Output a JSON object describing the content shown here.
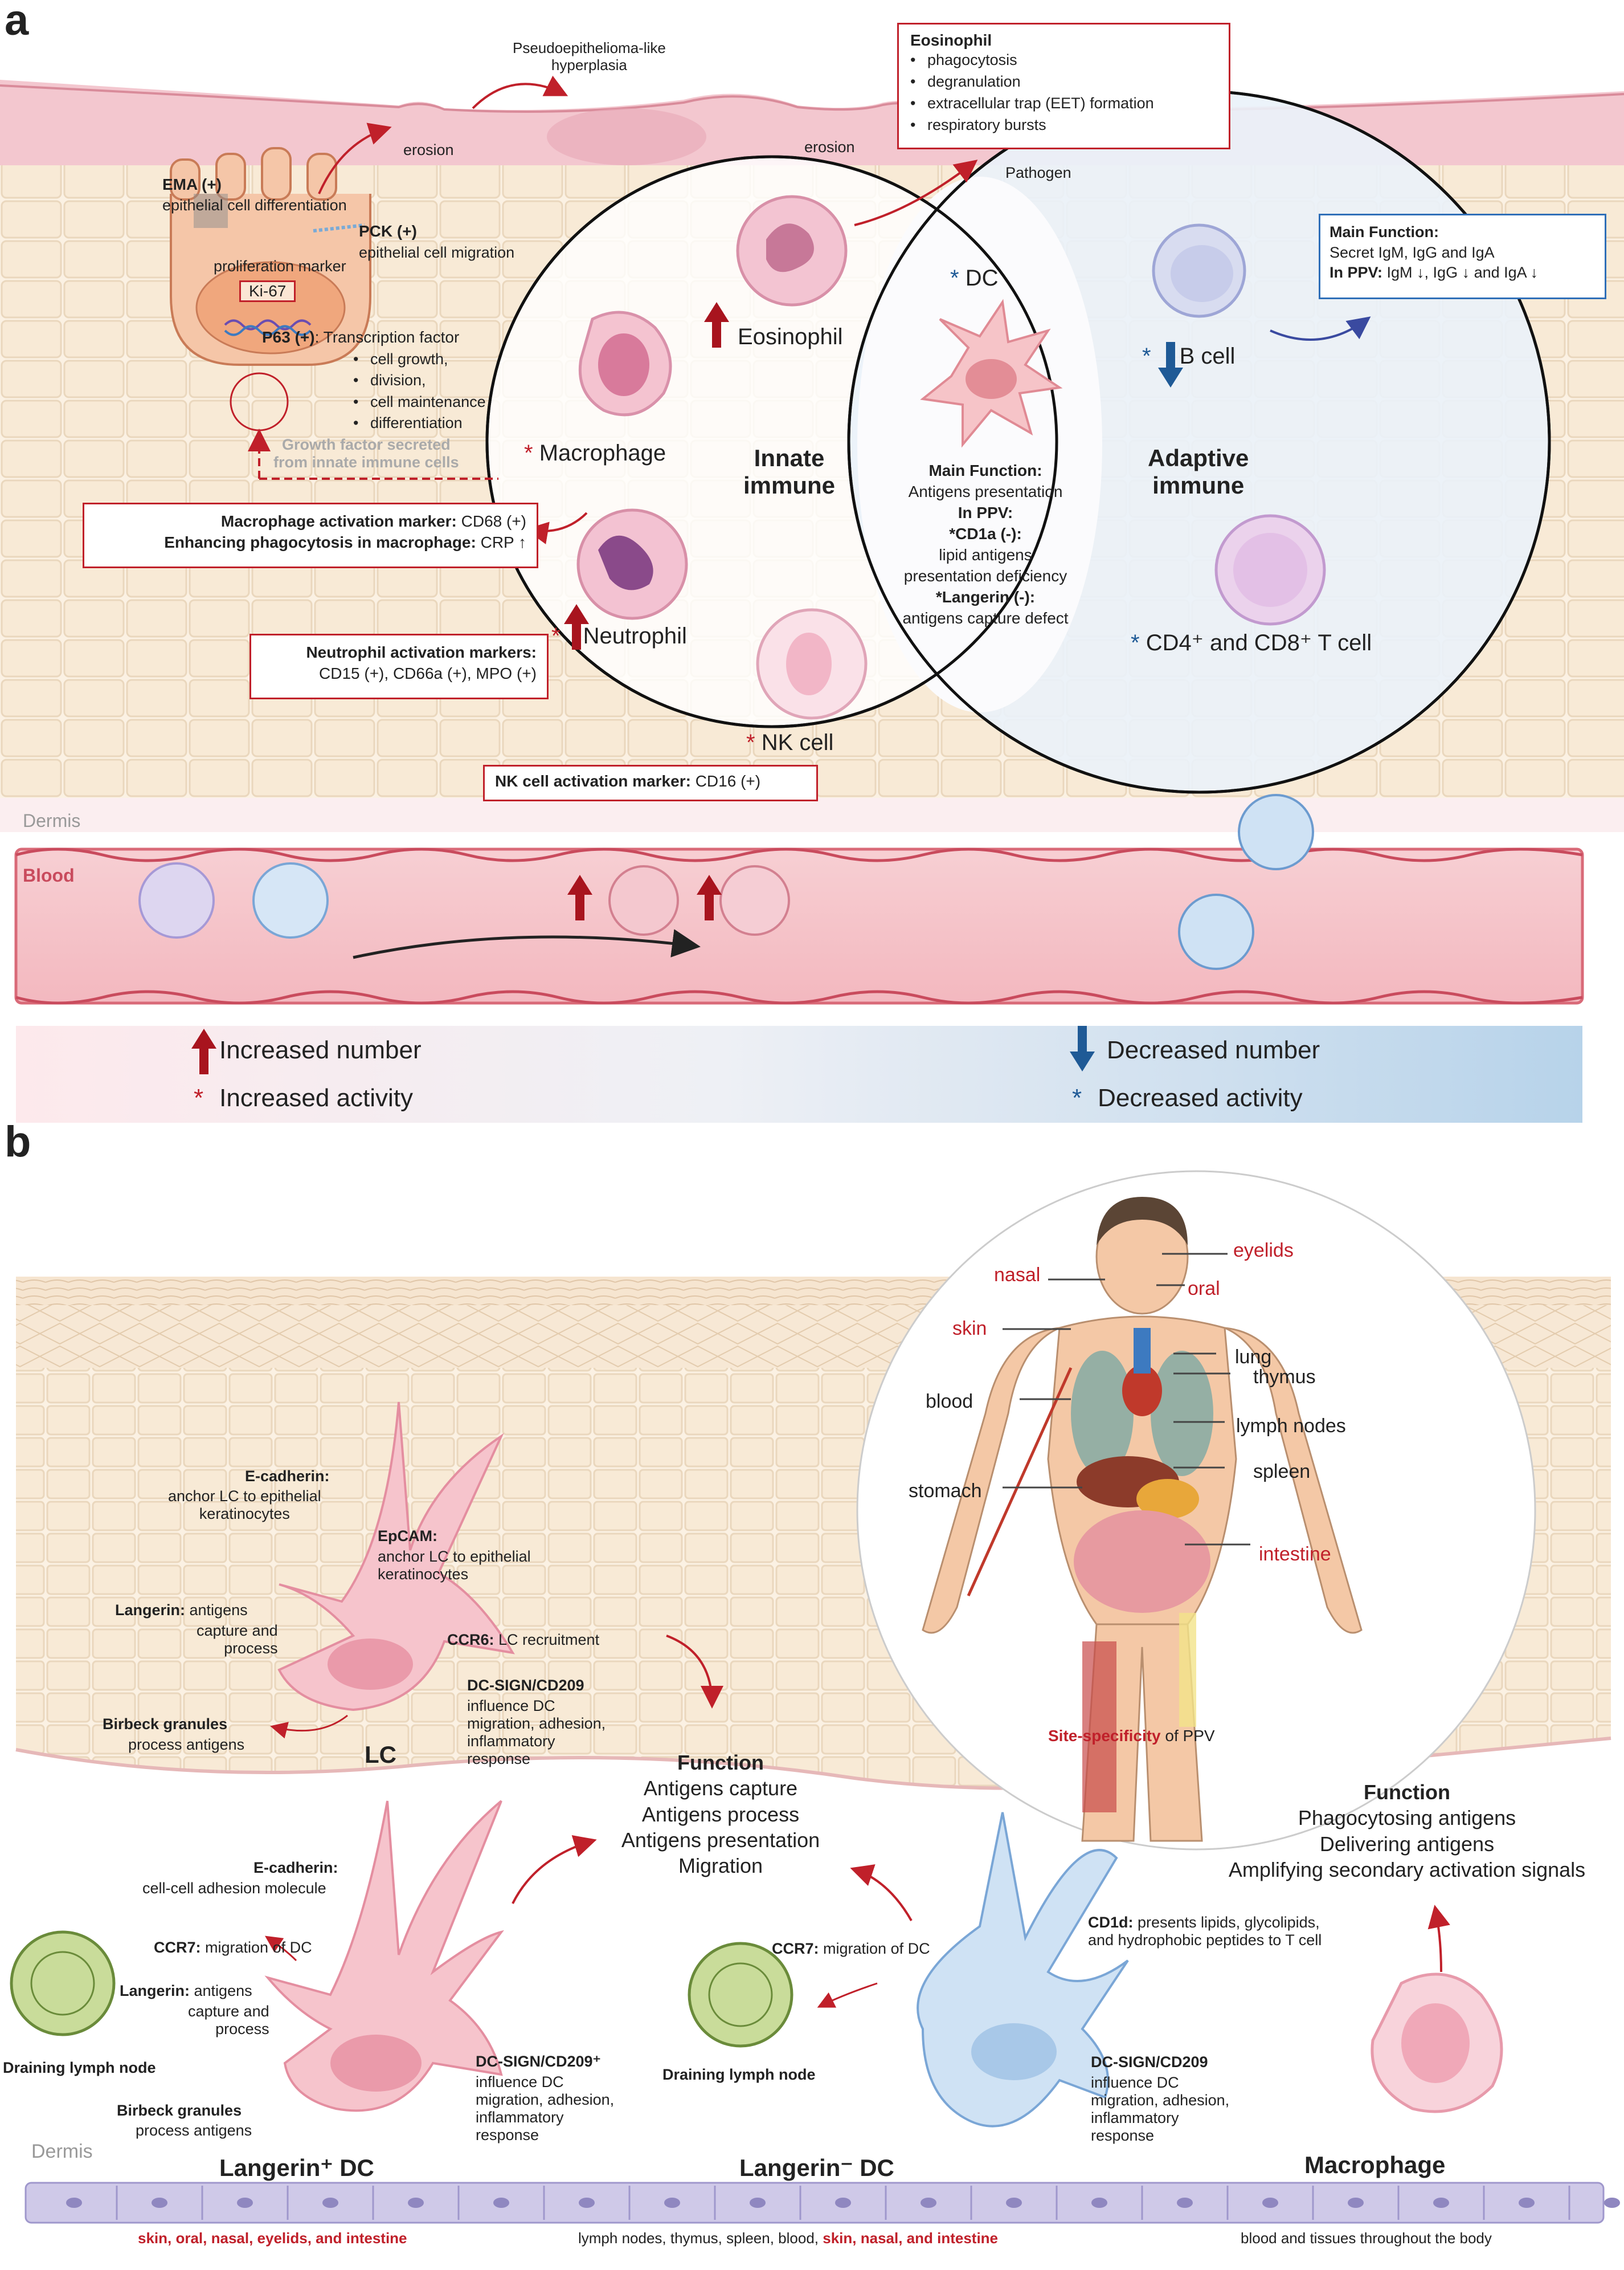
{
  "panel_a": {
    "panel_label": "a",
    "top": {
      "hyperplasia": "Pseudoepithelioma-like\nhyperplasia",
      "erosion_left": "erosion",
      "erosion_right": "erosion",
      "pathogen": "Pathogen"
    },
    "eosinophil_box": {
      "title": "Eosinophil",
      "items": [
        "phagocytosis",
        "degranulation",
        "extracellular trap (EET) formation",
        "respiratory bursts"
      ]
    },
    "epithelium": {
      "ema": "EMA (+)",
      "ema_desc": "epithelial cell differentiation",
      "pck": "PCK (+)",
      "pck_desc": "epithelial cell migration",
      "prolif": "proliferation marker",
      "ki67": "Ki-67",
      "p63": "P63 (+)",
      "p63_desc": ": Transcription factor",
      "p63_items": [
        "cell growth,",
        "division,",
        "cell maintenance",
        "differentiation"
      ],
      "growth_factor": "Growth factor secreted\nfrom innate immune cells"
    },
    "innate": {
      "title": "Innate\nimmune",
      "eosinophil": "Eosinophil",
      "macrophage": "Macrophage",
      "neutrophil": "Neutrophil",
      "nk": "NK cell"
    },
    "dc": {
      "label": "DC",
      "main_function_title": "Main Function:",
      "main_function": "Antigens presentation",
      "in_ppv": "In PPV:",
      "cd1a": "*CD1a (-):",
      "cd1a_desc": "lipid antigens\npresentation deficiency",
      "langerin": "*Langerin (-):",
      "langerin_desc": "antigens capture defect"
    },
    "adaptive": {
      "title": "Adaptive\nimmune",
      "bcell": "B cell",
      "tcell": "CD4⁺ and CD8⁺ T cell"
    },
    "bcell_box": {
      "title": "Main Function:",
      "line1": "Secret IgM, IgG and IgA",
      "line2_bold": "In PPV:",
      "line2": " IgM ↓, IgG ↓ and IgA ↓"
    },
    "macrophage_box": {
      "l1_bold": "Macrophage activation marker:",
      "l1": " CD68 (+)",
      "l2_bold": "Enhancing phagocytosis in macrophage:",
      "l2": " CRP ↑"
    },
    "neutrophil_box": {
      "title": "Neutrophil activation markers:",
      "desc": "CD15 (+), CD66a (+), MPO (+)"
    },
    "nk_box": {
      "bold": "NK cell activation marker:",
      "text": " CD16 (+)"
    },
    "dermis": "Dermis",
    "blood": "Blood",
    "legend": {
      "inc_number": "Increased number",
      "inc_activity": "Increased activity",
      "dec_number": "Decreased number",
      "dec_activity": "Decreased activity"
    }
  },
  "panel_b": {
    "panel_label": "b",
    "lc": {
      "label": "LC",
      "ecad": "E-cadherin:",
      "ecad_desc": "anchor LC to epithelial\nkeratinocytes",
      "epcam": "EpCAM:",
      "epcam_desc": "anchor LC to epithelial\nkeratinocytes",
      "langerin": "Langerin:",
      "langerin_desc1": " antigens",
      "langerin_desc2": "capture and\nprocess",
      "ccr6": "CCR6:",
      "ccr6_desc": " LC recruitment",
      "dcsign": "DC-SIGN/CD209",
      "dcsign_desc": "influence DC\nmigration, adhesion,\ninflammatory\nresponse",
      "birbeck": "Birbeck granules",
      "birbeck_desc": "process antigens"
    },
    "function_center": {
      "title": "Function",
      "items": [
        "Antigens capture",
        "Antigens process",
        "Antigens presentation",
        "Migration"
      ]
    },
    "body_map": {
      "labels_red": [
        "eyelids",
        "nasal",
        "oral",
        "skin",
        "intestine"
      ],
      "labels_black": [
        "lung",
        "thymus",
        "blood",
        "lymph nodes",
        "spleen",
        "stomach"
      ],
      "caption_red": "Site-specificity",
      "caption": " of PPV"
    },
    "langerin_pos_dc": {
      "label": "Langerin⁺ DC",
      "ecad": "E-cadherin:",
      "ecad_desc": "cell-cell adhesion molecule",
      "ccr7": "CCR7:",
      "ccr7_desc": " migration of DC",
      "langerin": "Langerin:",
      "langerin_desc1": " antigens",
      "langerin_desc2": "capture and\nprocess",
      "lymph": "Draining lymph node",
      "birbeck": "Birbeck granules",
      "birbeck_desc": "process antigens",
      "dcsign": "DC-SIGN/CD209⁺",
      "dcsign_desc": "influence DC\nmigration, adhesion,\ninflammatory\nresponse",
      "sites": "skin, oral, nasal, eyelids, and intestine"
    },
    "langerin_neg_dc": {
      "label": "Langerin⁻ DC",
      "ccr7": "CCR7:",
      "ccr7_desc": " migration of DC",
      "lymph": "Draining lymph node",
      "cd1d": "CD1d:",
      "cd1d_desc": " presents lipids, glycolipids,\nand hydrophobic peptides to T cell",
      "dcsign": "DC-SIGN/CD209",
      "dcsign_desc": "influence DC\nmigration, adhesion,\ninflammatory\nresponse",
      "sites_black": "lymph nodes, thymus, spleen, blood, ",
      "sites_red": "skin, nasal, and intestine"
    },
    "macrophage": {
      "label": "Macrophage",
      "function_title": "Function",
      "items": [
        "Phagocytosing antigens",
        "Delivering antigens",
        "Amplifying secondary activation signals"
      ],
      "sites": "blood and tissues throughout the body"
    },
    "dermis": "Dermis"
  },
  "colors": {
    "accent_red": "#c0202a",
    "accent_blue": "#1f5a96",
    "skin_pink": "#f3c7cf",
    "cell_cream": "#f8ead6",
    "blood_pink": "#f4c2c6",
    "legend_blue": "#bdd6ea"
  }
}
